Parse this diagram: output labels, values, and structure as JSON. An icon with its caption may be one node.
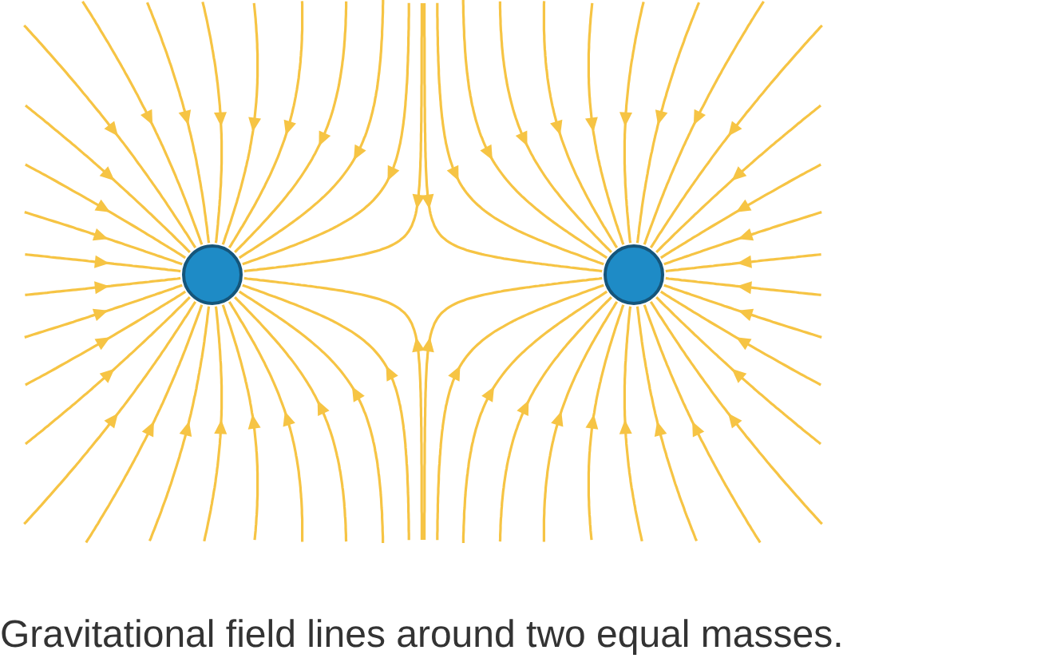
{
  "diagram": {
    "caption": "Gravitational field lines around two equal masses.",
    "nodes": [
      {
        "text": [],
        "shape": "circle"
      },
      {
        "text": [],
        "shape": "circle"
      }
    ]
  }
}
